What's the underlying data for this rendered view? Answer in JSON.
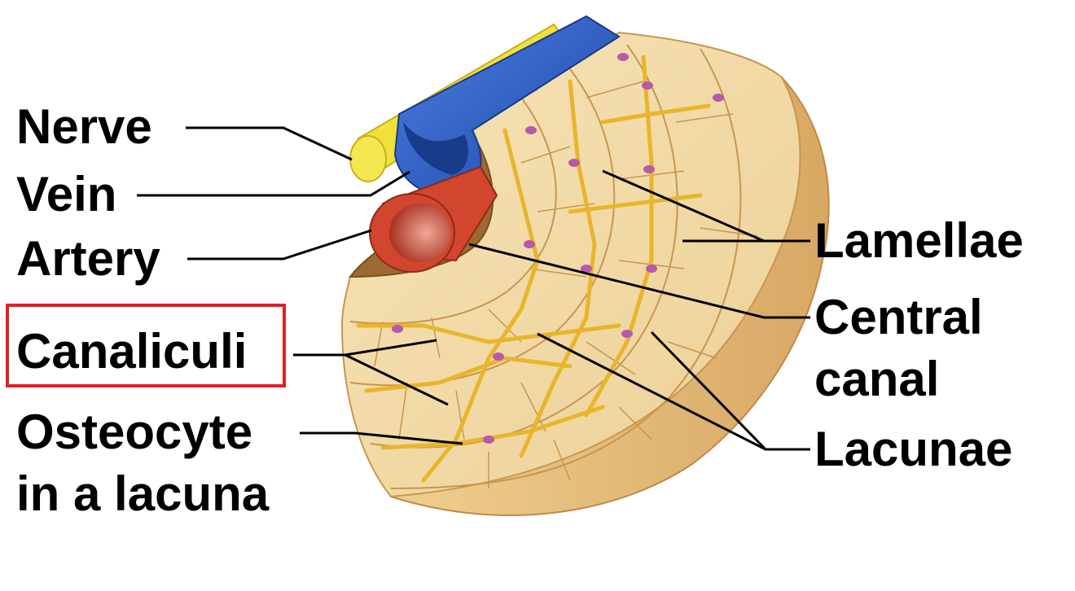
{
  "labels": {
    "nerve": "Nerve",
    "vein": "Vein",
    "artery": "Artery",
    "canaliculi": "Canaliculi",
    "osteocyte_line1": "Osteocyte",
    "osteocyte_line2": "in a lacuna",
    "lamellae": "Lamellae",
    "central_line1": "Central",
    "central_line2": "canal",
    "lacunae": "Lacunae"
  },
  "highlighted_label": "canaliculi",
  "colors": {
    "bone": "#f5dfae",
    "bone_dark": "#d9a968",
    "canaliculi": "#e8b52b",
    "osteocyte_nucleus": "#b45aa8",
    "vein": "#2e5cc4",
    "artery": "#d2452f",
    "nerve": "#f2e03a",
    "highlight": "#e31e24"
  }
}
